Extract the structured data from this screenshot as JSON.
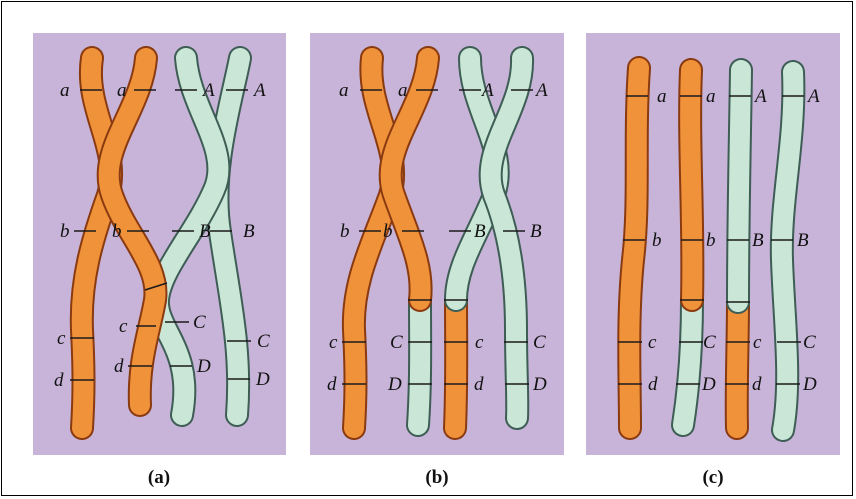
{
  "colors": {
    "panel_background": "#c7b4d8",
    "orange_chromosome": "#f0923a",
    "orange_outline": "#8a3a10",
    "green_chromosome": "#c9e6d6",
    "green_outline": "#3d5d55",
    "band_line": "#1a1a1a"
  },
  "panels": [
    {
      "caption": "(a)",
      "chromosomes": [
        {
          "labels": [
            "a",
            "b",
            "c",
            "d"
          ]
        },
        {
          "labels": [
            "a",
            "b",
            "c",
            "d"
          ]
        },
        {
          "labels": [
            "A",
            "B",
            "C",
            "D"
          ]
        },
        {
          "labels": [
            "A",
            "B",
            "C",
            "D"
          ]
        }
      ]
    },
    {
      "caption": "(b)",
      "chromosomes": [
        {
          "labels": [
            "a",
            "b",
            "c",
            "d"
          ]
        },
        {
          "labels": [
            "a",
            "b",
            "C",
            "D"
          ]
        },
        {
          "labels": [
            "A",
            "B",
            "c",
            "d"
          ]
        },
        {
          "labels": [
            "A",
            "B",
            "C",
            "D"
          ]
        }
      ]
    },
    {
      "caption": "(c)",
      "chromosomes": [
        {
          "labels": [
            "a",
            "b",
            "c",
            "d"
          ]
        },
        {
          "labels": [
            "a",
            "b",
            "C",
            "D"
          ]
        },
        {
          "labels": [
            "A",
            "B",
            "c",
            "d"
          ]
        },
        {
          "labels": [
            "A",
            "B",
            "C",
            "D"
          ]
        }
      ]
    }
  ]
}
